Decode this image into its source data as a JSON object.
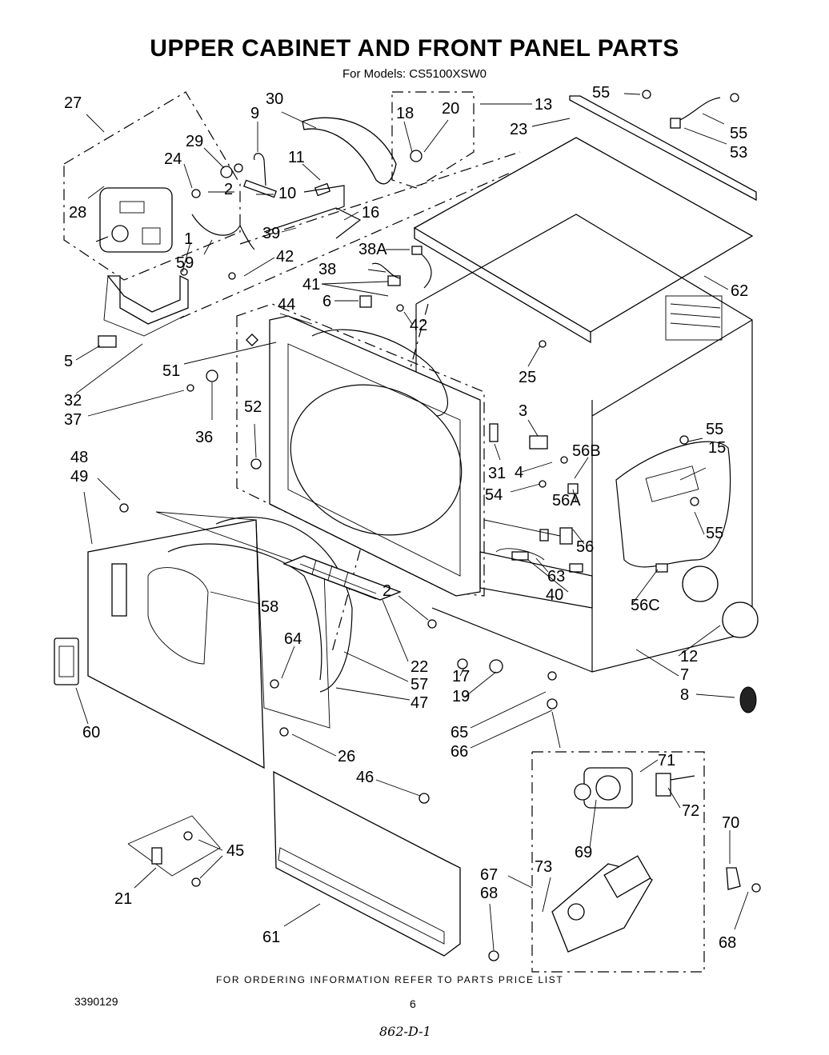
{
  "header": {
    "title": "UPPER CABINET AND FRONT PANEL PARTS",
    "subtitle": "For Models: CS5100XSW0"
  },
  "footer": {
    "ordering_note": "FOR ORDERING INFORMATION REFER TO PARTS PRICE LIST",
    "document_number": "3390129",
    "page_number": "6",
    "handwritten_code": "862-D-1"
  },
  "callouts": {
    "c27": "27",
    "c30": "30",
    "c9": "9",
    "c18": "18",
    "c20": "20",
    "c13": "13",
    "c55a": "55",
    "c23": "23",
    "c55b": "55",
    "c53": "53",
    "c29": "29",
    "c24": "24",
    "c11": "11",
    "c2a": "2",
    "c10": "10",
    "c16": "16",
    "c28": "28",
    "c39": "39",
    "c1": "1",
    "c59": "59",
    "c42a": "42",
    "c38a": "38",
    "c38a_sub": "A",
    "c38": "38",
    "c62": "62",
    "c41": "41",
    "c6": "6",
    "c42b": "42",
    "c44": "44",
    "c25": "25",
    "c5": "5",
    "c51": "51",
    "c32": "32",
    "c37": "37",
    "c36": "36",
    "c3": "3",
    "c52": "52",
    "c55c": "55",
    "c15": "15",
    "c56b": "56",
    "c56b_sub": "B",
    "c4": "4",
    "c31": "31",
    "c54": "54",
    "c56a": "56",
    "c56a_sub": "A",
    "c48": "48",
    "c49": "49",
    "c55d": "55",
    "c56": "56",
    "c63": "63",
    "c58": "58",
    "c2b": "2",
    "c40": "40",
    "c56c": "56",
    "c56c_sub": "C",
    "c64": "64",
    "c22": "22",
    "c12": "12",
    "c57": "57",
    "c7": "7",
    "c47": "47",
    "c17": "17",
    "c8": "8",
    "c19": "19",
    "c60": "60",
    "c65": "65",
    "c66": "66",
    "c26": "26",
    "c71": "71",
    "c46": "46",
    "c72": "72",
    "c70": "70",
    "c45": "45",
    "c69": "69",
    "c21": "21",
    "c67": "67",
    "c73": "73",
    "c68a": "68",
    "c61": "61",
    "c68b": "68"
  }
}
